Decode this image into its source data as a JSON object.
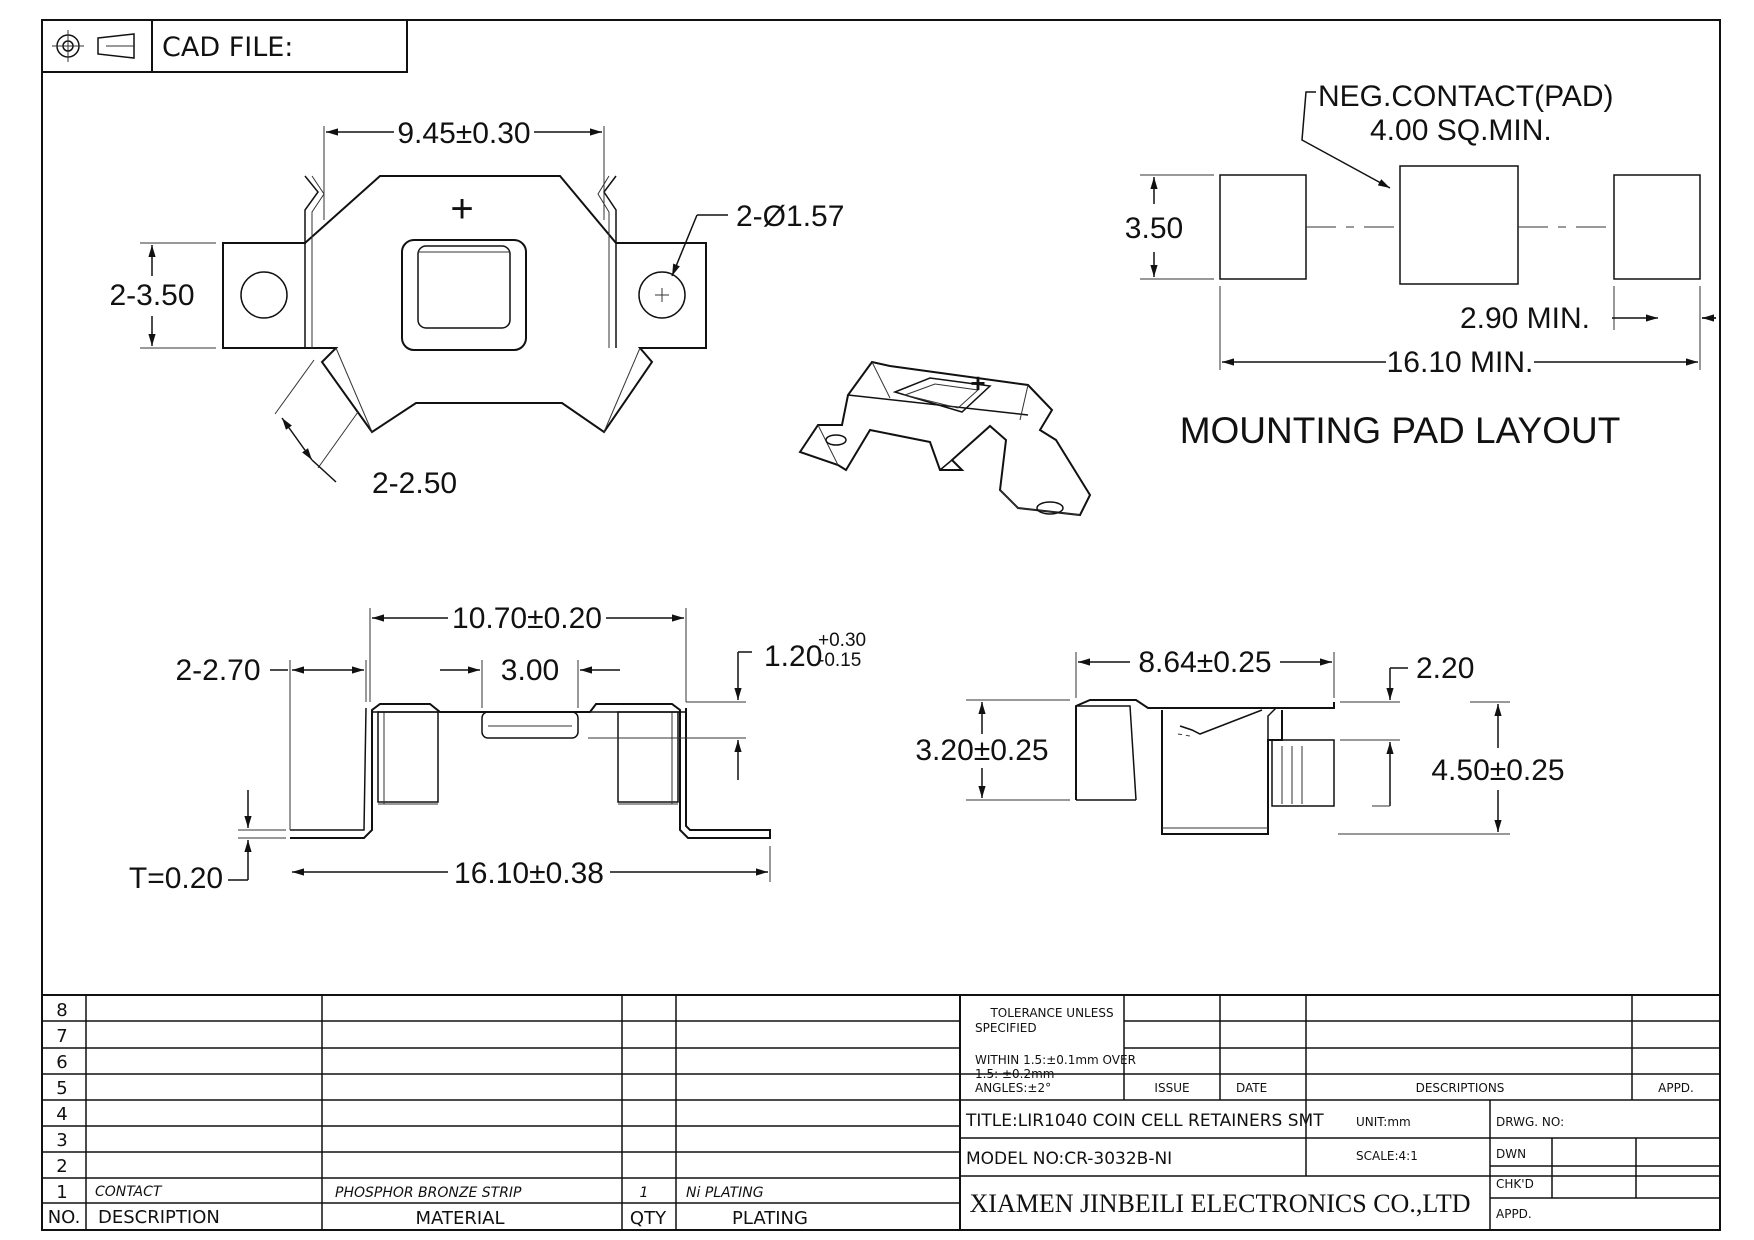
{
  "header": {
    "cad_label": "CAD FILE:"
  },
  "icons": {
    "projection_symbol": "third-angle-projection-icon"
  },
  "top_view": {
    "dim_width": "9.45±0.30",
    "dim_tab_height": "2-3.50",
    "dim_hole": "2-Ø1.57",
    "dim_leg": "2-2.50",
    "polarity": "+"
  },
  "iso_view": {
    "polarity": "+"
  },
  "pad_layout": {
    "neg_contact_line1": "NEG.CONTACT(PAD)",
    "neg_contact_line2": "4.00 SQ.MIN.",
    "dim_height": "3.50",
    "dim_pad_width": "2.90 MIN.",
    "dim_total": "16.10 MIN.",
    "title": "MOUNTING PAD LAYOUT"
  },
  "front_view": {
    "dim_top": "10.70±0.20",
    "dim_side": "2-2.70",
    "dim_center": "3.00",
    "dim_height_base": "1.20",
    "dim_height_plus": "+0.30",
    "dim_height_minus": "-0.15",
    "dim_thickness": "T=0.20",
    "dim_bottom": "16.10±0.38"
  },
  "side_view": {
    "dim_width": "8.64±0.25",
    "dim_small": "2.20",
    "dim_left_height": "3.20±0.25",
    "dim_right_height": "4.50±0.25"
  },
  "bom": {
    "row_numbers": [
      "8",
      "7",
      "6",
      "5",
      "4",
      "3",
      "2",
      "1"
    ],
    "item1": {
      "description": "CONTACT",
      "material": "PHOSPHOR BRONZE STRIP",
      "qty": "1",
      "plating": "Ni PLATING"
    },
    "headers": {
      "no": "NO.",
      "description": "DESCRIPTION",
      "material": "MATERIAL",
      "qty": "QTY",
      "plating": "PLATING"
    }
  },
  "title_block": {
    "tolerance_line1": "TOLERANCE UNLESS",
    "tolerance_line2": "SPECIFIED",
    "within_line1": "WITHIN 1.5:±0.1mm OVER",
    "within_line2": "1.5: ±0.2mm",
    "within_line3": "ANGLES:±2°",
    "issue": "ISSUE",
    "date": "DATE",
    "descriptions": "DESCRIPTIONS",
    "appd_header": "APPD.",
    "title": "TITLE:LIR1040 COIN CELL RETAINERS SMT",
    "model": "MODEL NO:CR-3032B-NI",
    "unit": "UNIT:mm",
    "scale": "SCALE:4:1",
    "drwg_no": "DRWG. NO:",
    "dwn": "DWN",
    "chkd": "CHK'D",
    "appd": "APPD.",
    "company": "XIAMEN JINBEILI ELECTRONICS CO.,LTD"
  }
}
